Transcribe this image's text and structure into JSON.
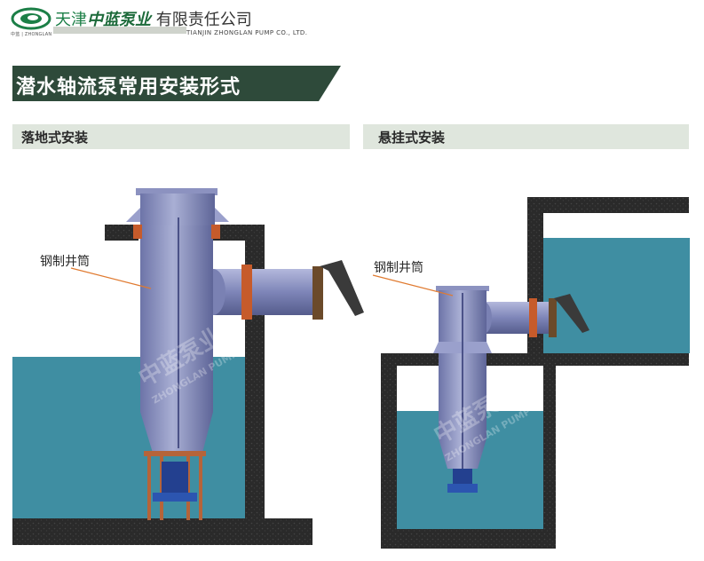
{
  "header": {
    "company_cn_prefix": "天津",
    "company_cn_brand": "中蓝泵业",
    "company_cn_suffix": "有限责任公司",
    "company_en": "TIANJIN ZHONGLAN PUMP CO., LTD.",
    "logo_sub": "中蓝 | ZHONGLAN"
  },
  "banner": {
    "title": "潜水轴流泵常用安装形式"
  },
  "sections": {
    "left": {
      "title": "落地式安装",
      "callout": "钢制井筒"
    },
    "right": {
      "title": "悬挂式安装",
      "callout": "钢制井筒"
    }
  },
  "watermark": {
    "cn": "中蓝泵业",
    "en": "ZHONGLAN PUMP"
  },
  "colors": {
    "brand_green": "#1c7f47",
    "banner_dark": "#2e4a3a",
    "section_bg": "#dfe6dd",
    "water": "#3f8ea2",
    "concrete": "#2b2b2b",
    "steel": "#7f86b8",
    "flange_orange": "#c65b2b"
  }
}
